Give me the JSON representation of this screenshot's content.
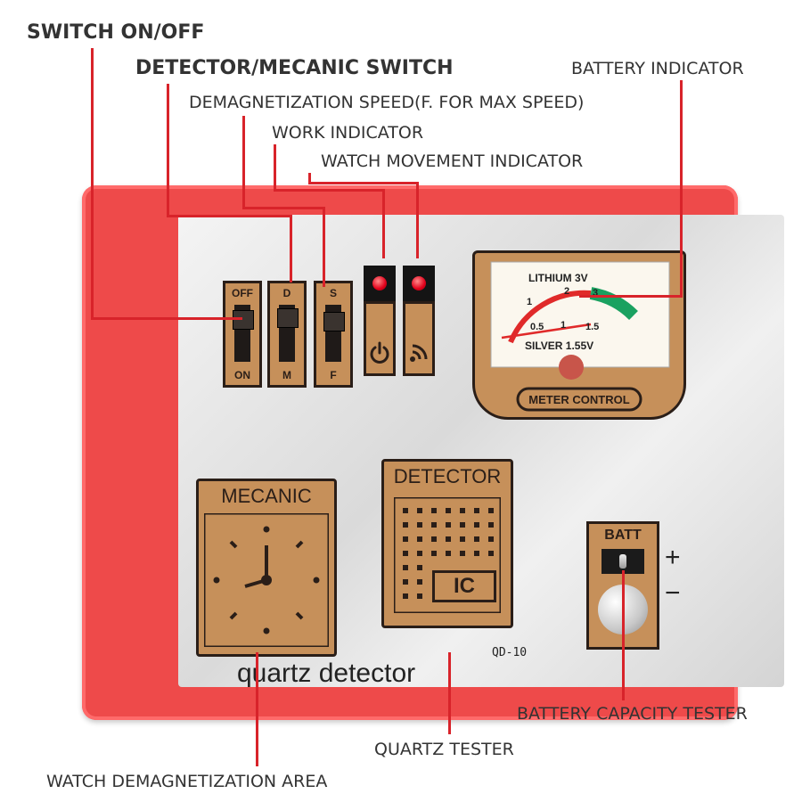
{
  "callouts": {
    "switch_onoff": "SWITCH ON/OFF",
    "detector_mecanic_switch": "DETECTOR/MECANIC SWITCH",
    "battery_indicator": "BATTERY INDICATOR",
    "demagnetization_speed": "DEMAGNETIZATION SPEED(F. FOR MAX SPEED)",
    "work_indicator": "WORK INDICATOR",
    "watch_movement_indicator": "WATCH MOVEMENT INDICATOR",
    "battery_capacity_tester": "BATTERY CAPACITY TESTER",
    "quartz_tester": "QUARTZ TESTER",
    "watch_demagnetization_area": "WATCH DEMAGNETIZATION AREA"
  },
  "switches": {
    "power": {
      "top": "OFF",
      "bottom": "ON"
    },
    "mode": {
      "top": "D",
      "bottom": "M"
    },
    "speed": {
      "top": "S",
      "bottom": "F"
    }
  },
  "meter": {
    "top_label": "LITHIUM 3V",
    "top_scale": [
      "1",
      "2",
      "3"
    ],
    "bottom_scale": [
      "0.5",
      "1",
      "1.5"
    ],
    "bottom_label": "SILVER 1.55V",
    "control_label": "METER CONTROL"
  },
  "tiles": {
    "mecanic": "MECANIC",
    "detector": "DETECTOR",
    "ic": "IC"
  },
  "brand": "quartz detector",
  "model": "QD-10",
  "battery": {
    "label": "BATT",
    "plus": "+",
    "minus": "−"
  },
  "icons": [
    "power-icon",
    "signal-icon"
  ],
  "colors": {
    "case": "#ee4a4a",
    "accent": "#c6905a",
    "lead": "#d8232a",
    "gauge_green": "#1aa160",
    "gauge_red": "#e02a2a"
  }
}
